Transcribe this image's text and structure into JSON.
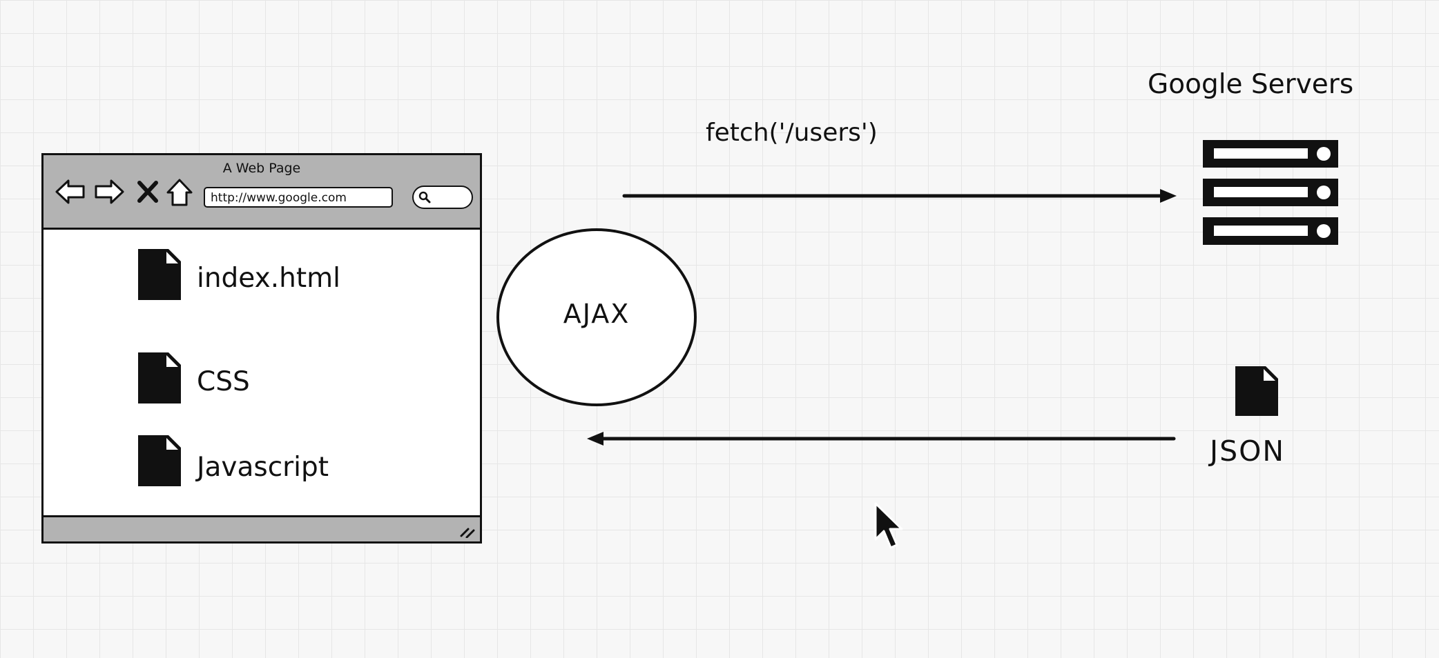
{
  "browser": {
    "title": "A Web Page",
    "url": "http://www.google.com",
    "files": [
      {
        "label": "index.html"
      },
      {
        "label": "CSS"
      },
      {
        "label": "Javascript"
      }
    ]
  },
  "ajax": {
    "label": "AJAX"
  },
  "request": {
    "label": "fetch('/users')"
  },
  "server": {
    "title": "Google Servers"
  },
  "response": {
    "label": "JSON"
  }
}
